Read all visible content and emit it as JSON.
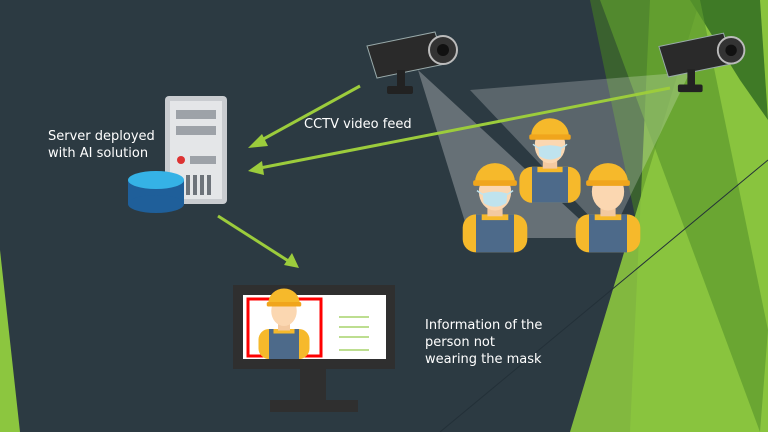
{
  "labels": {
    "server_line1": "Server deployed",
    "server_line2": "with AI solution",
    "feed": "CCTV video feed",
    "info_line1": "Information of the",
    "info_line2": "person not",
    "info_line3": "wearing the mask"
  },
  "colors": {
    "background": "#2c3a42",
    "accent_green": "#8cc63f",
    "arrow": "#9ccc3c",
    "alert_frame": "#ff0000",
    "helmet": "#f6b92b"
  }
}
